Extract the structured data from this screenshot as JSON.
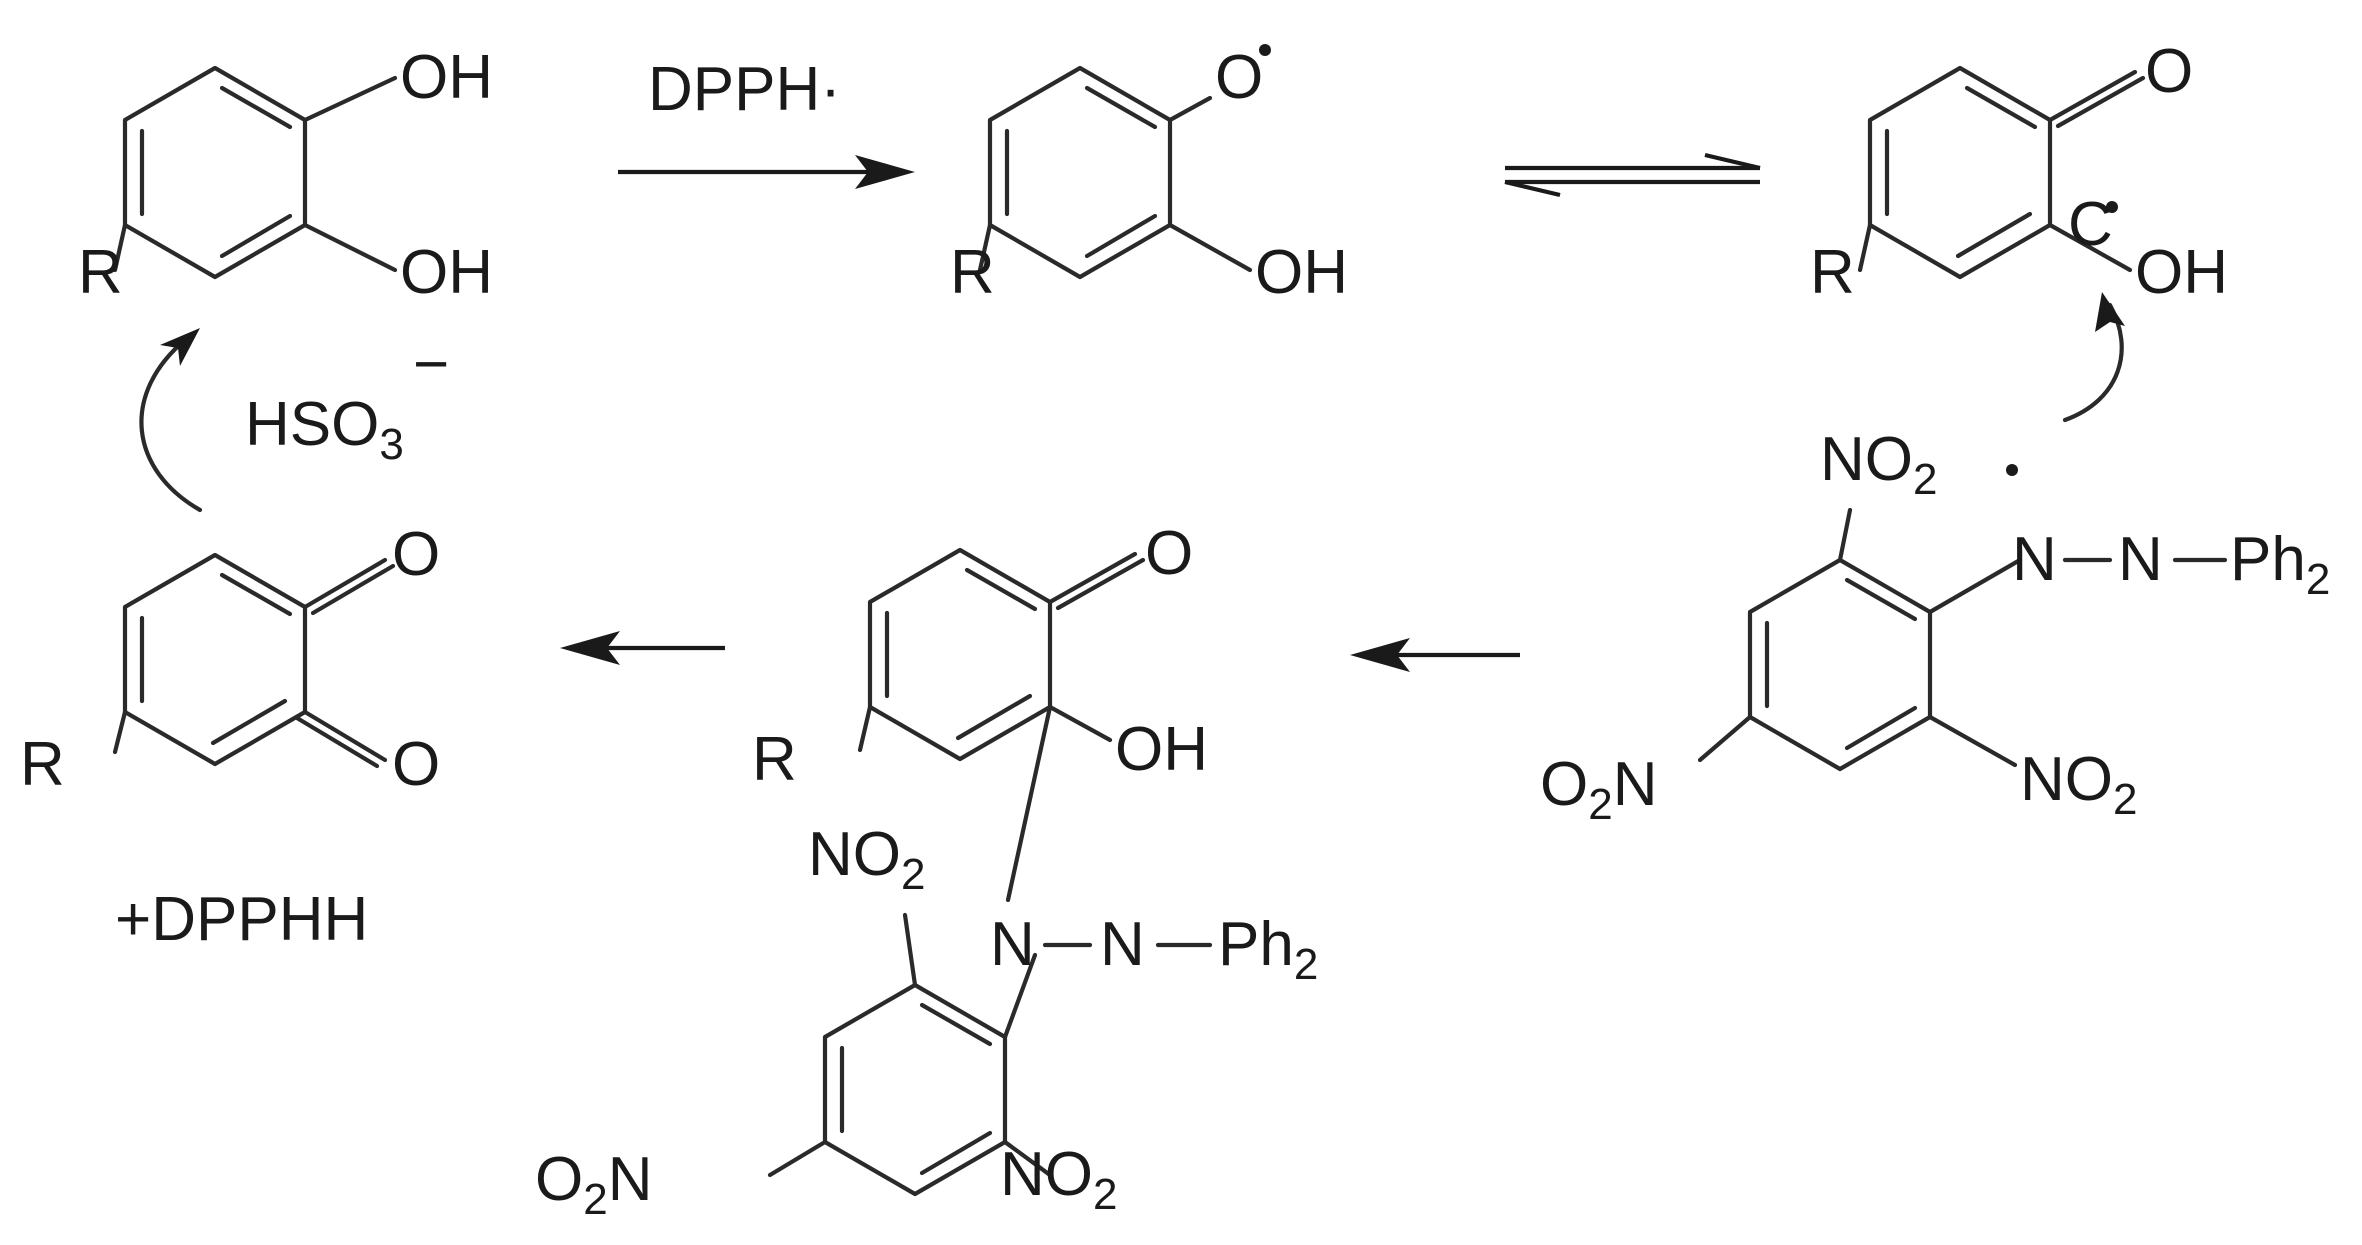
{
  "labels": {
    "oh": "OH",
    "o": "O",
    "r": "R",
    "n": "N",
    "no2_n": "NO",
    "no2_sub": "2",
    "o2n_o": "O",
    "o2n_n": "N",
    "ph": "Ph",
    "ph_sub": "2",
    "o_radical": "O",
    "c_radical": "C"
  },
  "reagents": {
    "top_arrow": "DPPH·",
    "bisulfite_main": "HSO",
    "bisulfite_sub": "3",
    "bisulfite_charge": "−",
    "byproduct": "+DPPHH"
  }
}
